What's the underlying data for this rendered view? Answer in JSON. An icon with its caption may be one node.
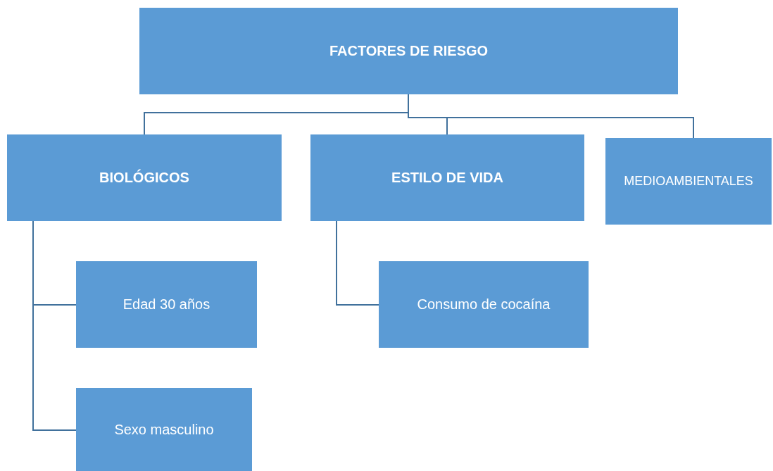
{
  "diagram": {
    "nodes": [
      {
        "text": [
          "FACTORES DE RIESGO"
        ]
      },
      {
        "text": [
          "BIOLÓGICOS"
        ]
      },
      {
        "text": [
          "ESTILO DE VIDA"
        ]
      },
      {
        "text": [
          "MEDIOAMBIENTALES"
        ]
      },
      {
        "text": [
          "Edad 30 años"
        ]
      },
      {
        "text": [
          "Sexo masculino"
        ]
      },
      {
        "text": [
          "Consumo de cocaína"
        ]
      }
    ],
    "edges": [
      {
        "from": 0,
        "to": 1,
        "arrow": "none"
      },
      {
        "from": 0,
        "to": 2,
        "arrow": "none"
      },
      {
        "from": 0,
        "to": 3,
        "arrow": "none"
      },
      {
        "from": 1,
        "to": 4,
        "arrow": "none"
      },
      {
        "from": 1,
        "to": 5,
        "arrow": "none"
      },
      {
        "from": 2,
        "to": 6,
        "arrow": "none"
      }
    ]
  }
}
